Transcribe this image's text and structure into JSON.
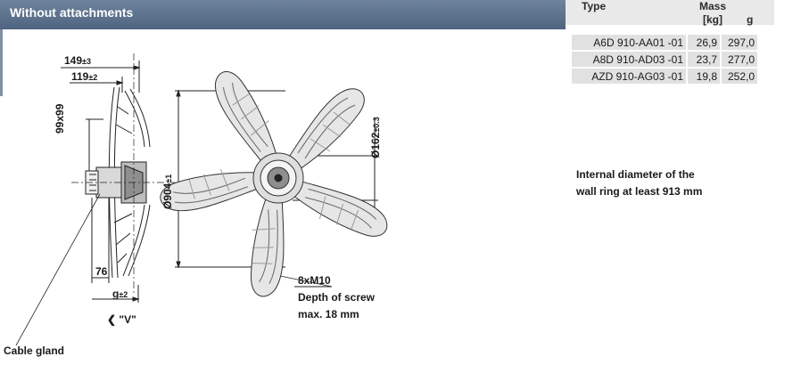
{
  "header": {
    "title": "Without attachments"
  },
  "table": {
    "col_type": "Type",
    "col_mass": "Mass",
    "col_kg": "[kg]",
    "col_g": "g",
    "rows": [
      {
        "type": "A6D 910-AA01 -01",
        "kg": "26,9",
        "g": "297,0"
      },
      {
        "type": "A8D 910-AD03 -01",
        "kg": "23,7",
        "g": "277,0"
      },
      {
        "type": "AZD 910-AG03 -01",
        "kg": "19,8",
        "g": "252,0"
      }
    ]
  },
  "dimensions": {
    "d149": "149",
    "d149_tol": "±3",
    "d119": "119",
    "d119_tol": "±2",
    "d99": "99x99",
    "d904": "Ø904",
    "d904_tol": "±1",
    "d162": "Ø162",
    "d162_tol": "±0.3",
    "d76": "76",
    "dg": "g",
    "dg_tol": "±2",
    "view": "\"V\"",
    "screw": "8xM10",
    "screw_note_1": "Depth of screw",
    "screw_note_2": "max. 18 mm",
    "cable": "Cable gland"
  },
  "note": {
    "line1": "Internal diameter of the",
    "line2": "wall ring at least 913 mm"
  }
}
